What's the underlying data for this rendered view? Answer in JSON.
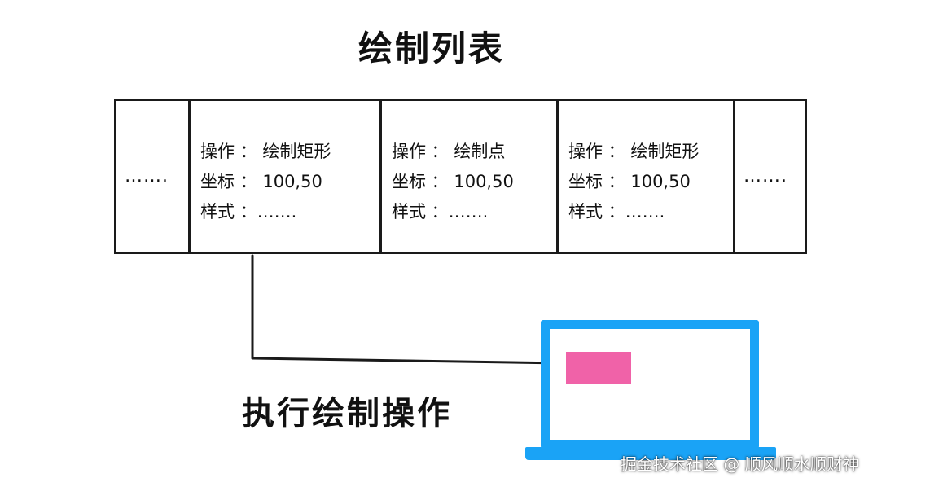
{
  "title": "绘制列表",
  "caption": "执行绘制操作",
  "watermark": "掘金技术社区 @ 顺风顺水顺财神",
  "list": {
    "leading_ellipsis": "…….",
    "trailing_ellipsis": "…….",
    "entries": [
      {
        "operation": "操作 ： 绘制矩形",
        "coords": "坐标 ： 100,50",
        "style": "样式 ：……."
      },
      {
        "operation": "操作 ： 绘制点",
        "coords": "坐标 ： 100,50",
        "style": "样式 ：……."
      },
      {
        "operation": "操作 ： 绘制矩形",
        "coords": "坐标 ： 100,50",
        "style": "样式 ：……."
      }
    ]
  },
  "colors": {
    "screen": "#1aa3f6",
    "drawn_rect": "#f062a8",
    "stroke": "#1a1a1a"
  },
  "icons": {
    "device": "laptop-icon",
    "connector": "arrow-right-icon"
  }
}
